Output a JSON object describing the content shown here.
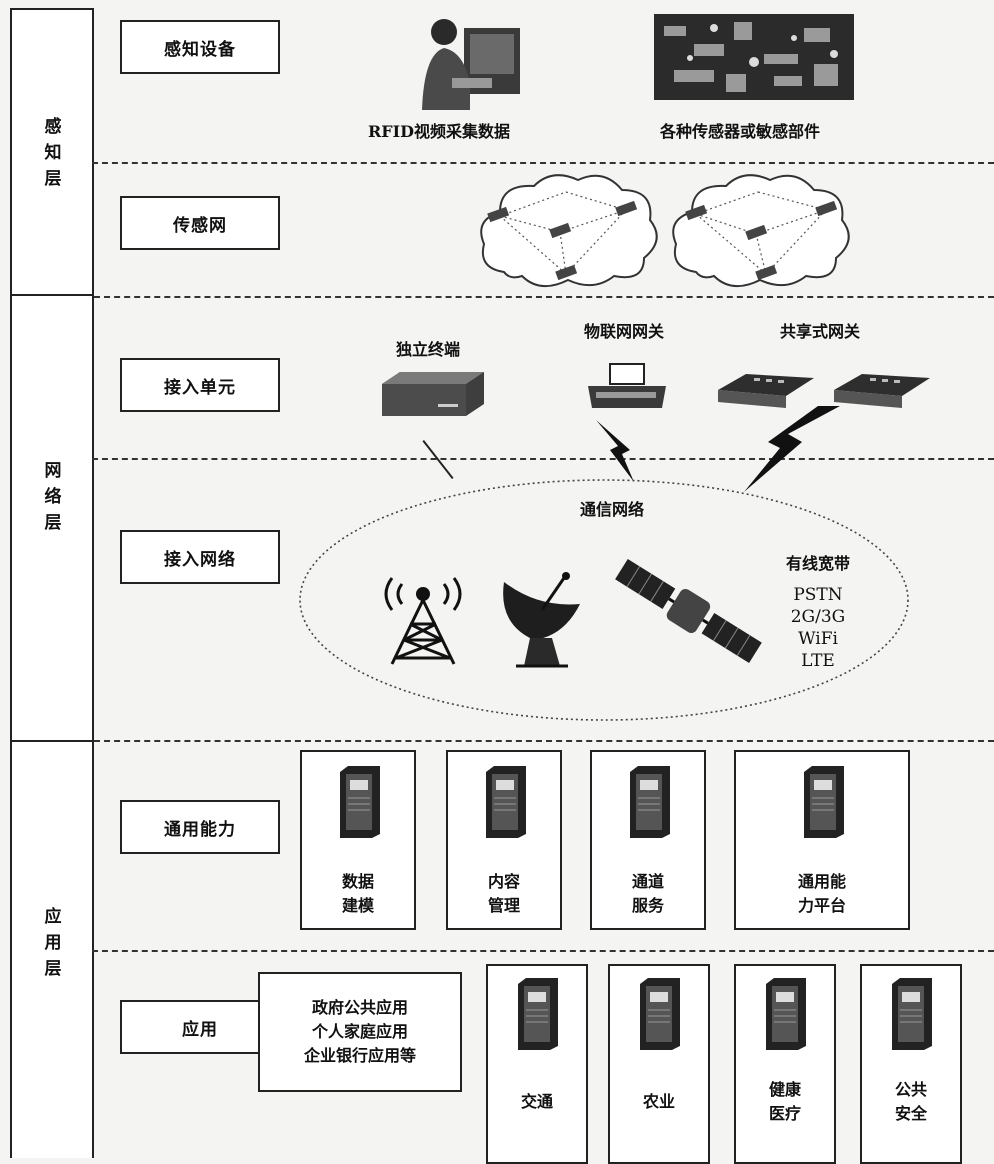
{
  "layers": [
    {
      "id": "perception",
      "title": "感知层"
    },
    {
      "id": "network",
      "title": "网络层"
    },
    {
      "id": "application",
      "title": "应用层"
    }
  ],
  "rows": {
    "perception_device": "感知设备",
    "sensor_network": "传感网",
    "access_unit": "接入单元",
    "access_network": "接入网络",
    "general_capability": "通用能力",
    "application": "应用"
  },
  "perception": {
    "rfid_caption": "RFID视频采集数据",
    "sensor_caption": "各种传感器或敏感部件"
  },
  "network": {
    "standalone_terminal": "独立终端",
    "iot_gateway": "物联网网关",
    "shared_gateway": "共享式网关",
    "comm_network": "通信网络",
    "wired_broadband_title": "有线宽带",
    "wired_broadband_items": [
      "PSTN",
      "2G/3G",
      "WiFi",
      "LTE"
    ]
  },
  "capabilities": [
    {
      "label": "数据\n建模"
    },
    {
      "label": "内容\n管理"
    },
    {
      "label": "通道\n服务"
    },
    {
      "label": "通用能\n力平台"
    }
  ],
  "applications": {
    "app_list_box": [
      "政府公共应用",
      "个人家庭应用",
      "企业银行应用等"
    ],
    "domains": [
      {
        "label": "交通"
      },
      {
        "label": "农业"
      },
      {
        "label": "健康\n医疗"
      },
      {
        "label": "公共\n安全"
      }
    ]
  },
  "colors": {
    "line": "#222222",
    "background": "#f4f4f2"
  }
}
